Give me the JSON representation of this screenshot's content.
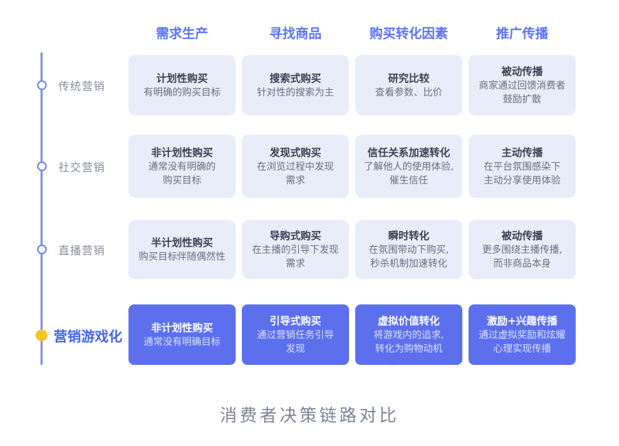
{
  "columns": [
    "需求生产",
    "寻找商品",
    "购买转化因素",
    "推广传播"
  ],
  "rows": [
    {
      "label": "传统营销",
      "highlight": false,
      "cells": [
        {
          "title": "计划性购买",
          "desc": "有明确的购买目标"
        },
        {
          "title": "搜索式购买",
          "desc": "针对性的搜索为主"
        },
        {
          "title": "研究比较",
          "desc": "查看参数、比价"
        },
        {
          "title": "被动传播",
          "desc": "商家通过回馈消费者\n鼓励扩散"
        }
      ]
    },
    {
      "label": "社交营销",
      "highlight": false,
      "cells": [
        {
          "title": "非计划性购买",
          "desc": "通常没有明确的\n购买目标"
        },
        {
          "title": "发现式购买",
          "desc": "在浏览过程中发现\n需求"
        },
        {
          "title": "信任关系加速转化",
          "desc": "了解他人的使用体验,\n催生信任"
        },
        {
          "title": "主动传播",
          "desc": "在平台氛围感染下\n主动分享使用体验"
        }
      ]
    },
    {
      "label": "直播营销",
      "highlight": false,
      "cells": [
        {
          "title": "半计划性购买",
          "desc": "购买目标伴随偶然性"
        },
        {
          "title": "导购式购买",
          "desc": "在主播的引导下发现\n需求"
        },
        {
          "title": "瞬时转化",
          "desc": "在氛围带动下购买,\n秒杀机制加速转化"
        },
        {
          "title": "被动传播",
          "desc": "更多围绕主播传播,\n而非商品本身"
        }
      ]
    },
    {
      "label": "营销游戏化",
      "highlight": true,
      "cells": [
        {
          "title": "非计划性购买",
          "desc": "通常没有明确目标"
        },
        {
          "title": "引导式购买",
          "desc": "通过营销任务引导\n发现"
        },
        {
          "title": "虚拟价值转化",
          "desc": "将游戏内的追求,\n转化为购物动机"
        },
        {
          "title": "激励+兴趣传播",
          "desc": "通过虚拟奖励和炫耀\n心理实现传播"
        }
      ]
    }
  ],
  "caption": "消费者决策链路对比",
  "colors": {
    "header_blue": "#5b74f7",
    "highlight_label_blue": "#4465f0",
    "timeline_line": "#7e8ef5",
    "timeline_dot_border": "#6d80f3",
    "timeline_dot_yellow": "#f6c51f",
    "card_light_bg": "#e9edf9",
    "card_accent_bg": "#5c70ee",
    "card_title_dark": "#3b4154",
    "card_desc_gray": "#686f80",
    "caption_gray": "#7b8496"
  }
}
